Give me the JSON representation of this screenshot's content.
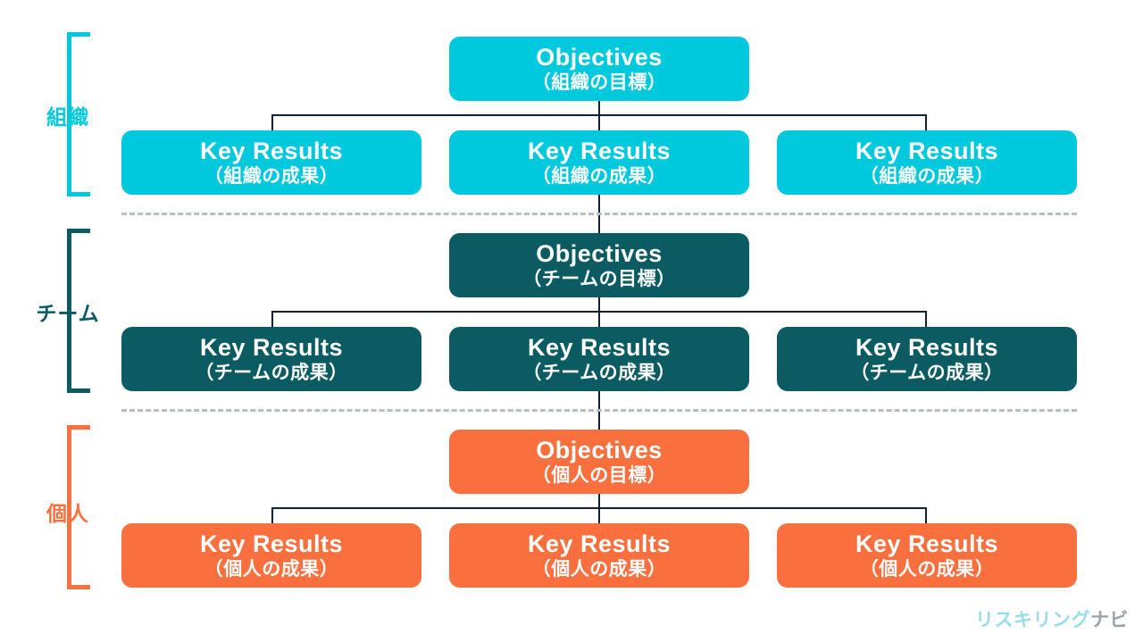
{
  "diagram": {
    "type": "okr-hierarchy",
    "background": "#ffffff",
    "connector_color": "#0e2233",
    "separator_color": "#b6bfc4",
    "tiers": [
      {
        "id": "organization",
        "label": "組織",
        "color": "#00C9DE",
        "objective": {
          "title": "Objectives",
          "sub": "（組織の目標）"
        },
        "key_results": [
          {
            "title": "Key Results",
            "sub": "（組織の成果）"
          },
          {
            "title": "Key Results",
            "sub": "（組織の成果）"
          },
          {
            "title": "Key Results",
            "sub": "（組織の成果）"
          }
        ]
      },
      {
        "id": "team",
        "label": "チーム",
        "color": "#0A5B62",
        "objective": {
          "title": "Objectives",
          "sub": "（チームの目標）"
        },
        "key_results": [
          {
            "title": "Key Results",
            "sub": "（チームの成果）"
          },
          {
            "title": "Key Results",
            "sub": "（チームの成果）"
          },
          {
            "title": "Key Results",
            "sub": "（チームの成果）"
          }
        ]
      },
      {
        "id": "individual",
        "label": "個人",
        "color": "#F9703E",
        "objective": {
          "title": "Objectives",
          "sub": "（個人の目標）"
        },
        "key_results": [
          {
            "title": "Key Results",
            "sub": "（個人の成果）"
          },
          {
            "title": "Key Results",
            "sub": "（個人の成果）"
          },
          {
            "title": "Key Results",
            "sub": "（個人の成果）"
          }
        ]
      }
    ]
  },
  "brand": {
    "primary_text": "リスキリング",
    "primary_color": "#9BDCEA",
    "secondary_text": "ナビ",
    "secondary_color": "#9AA5AB"
  }
}
